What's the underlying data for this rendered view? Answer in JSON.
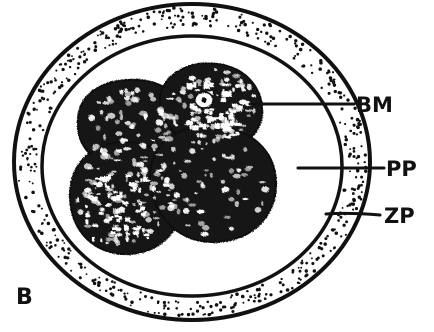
{
  "figure": {
    "panel_letter": "B",
    "labels": {
      "bm": "BM",
      "pp": "PP",
      "zp": "ZP"
    },
    "colors": {
      "ink": "#111111",
      "paper": "#ffffff"
    }
  }
}
